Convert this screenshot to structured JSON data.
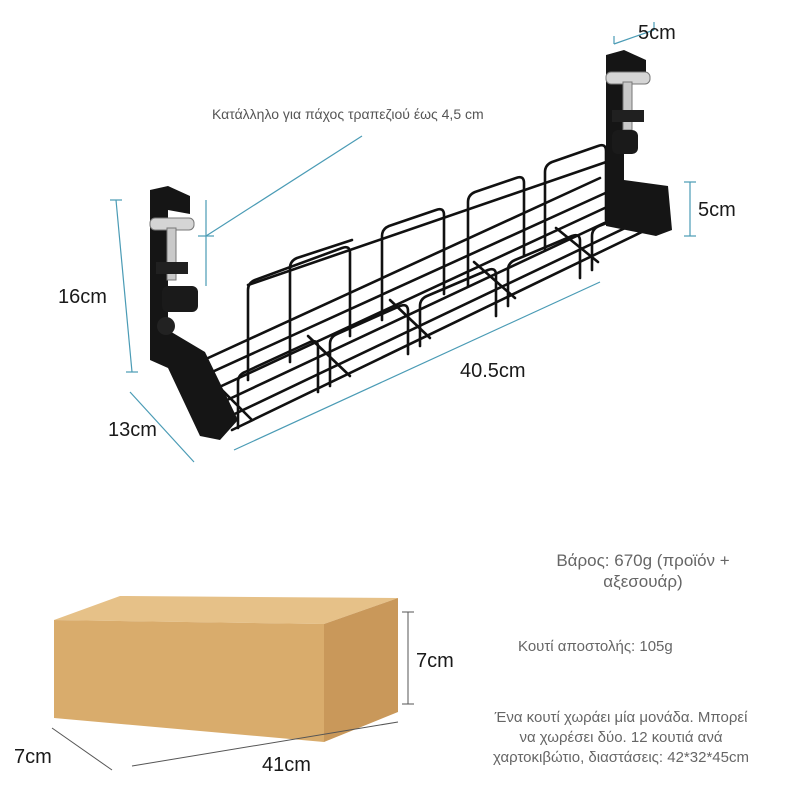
{
  "tray": {
    "clamp_width": "5cm",
    "desk_thickness_note": "Κατάλληλο για πάχος τραπεζιού έως 4,5 cm",
    "clamp_height": "5cm",
    "height": "16cm",
    "length": "40.5cm",
    "depth": "13cm"
  },
  "box": {
    "height": "7cm",
    "depth": "7cm",
    "length": "41cm"
  },
  "info": {
    "weight_line1": "Βάρος: 670g (προϊόν +",
    "weight_line2": "αξεσουάρ)",
    "box_weight": "Κουτί αποστολής: 105g",
    "packing_line1": "Ένα κουτί χωράει μία μονάδα. Μπορεί",
    "packing_line2": "να χωρέσει δύο. 12 κουτιά ανά",
    "packing_line3": "χαρτοκιβώτιο, διαστάσεις: 42*32*45cm"
  },
  "colors": {
    "wire": "#111111",
    "dimension_line": "#4a9bb5",
    "box_front": "#d9ac6c",
    "box_top": "#e6c188",
    "box_side": "#c9985a"
  }
}
